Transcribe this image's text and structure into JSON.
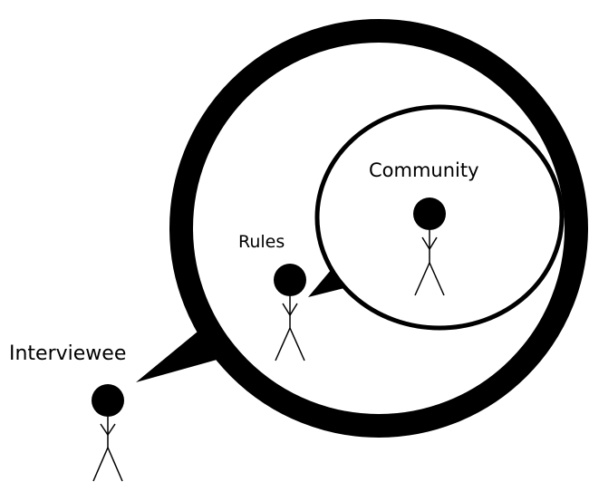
{
  "labels": {
    "interviewee": "Interviewee",
    "rules": "Rules",
    "community": "Community"
  },
  "colors": {
    "stroke": "#000000",
    "background": "#ffffff"
  }
}
